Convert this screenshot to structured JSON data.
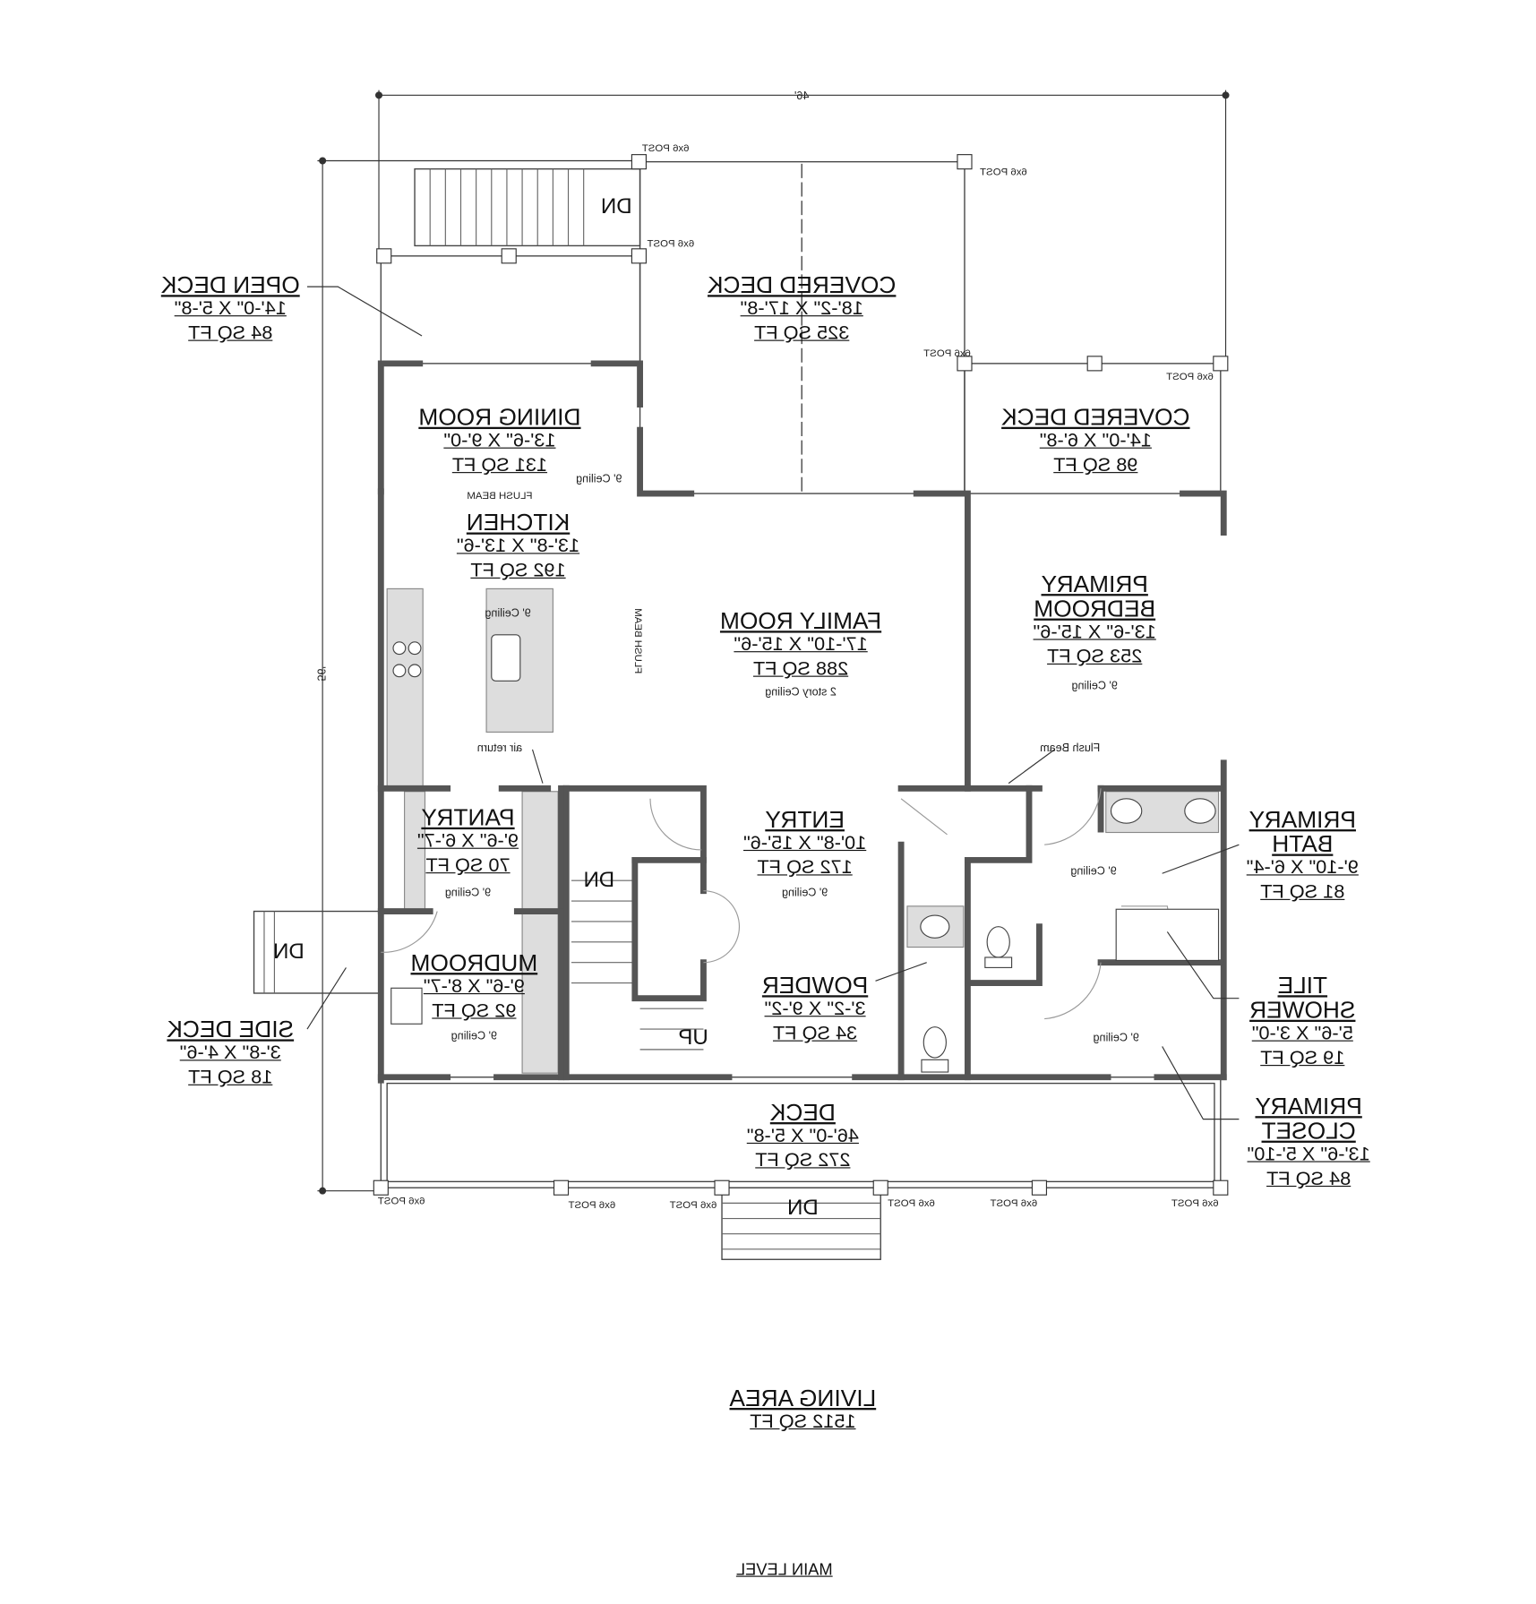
{
  "dimensions": {
    "width": "46'",
    "depth": "56'"
  },
  "rooms": [
    {
      "name": "OPEN DECK",
      "size": "14'-0\" X 5'-8\"",
      "area": "84 SQ FT"
    },
    {
      "name": "COVERED DECK",
      "size": "18'-2\" X 17'-8\"",
      "area": "325 SQ FT"
    },
    {
      "name": "DINING ROOM",
      "size": "13'-6\" X 9'-0\"",
      "area": "131 SQ FT"
    },
    {
      "name": "COVERED DECK",
      "size": "14'-0\" X 6'-8\"",
      "area": "98 SQ FT"
    },
    {
      "name": "KITCHEN",
      "size": "13'-8\" X 13'-6\"",
      "area": "192 SQ FT"
    },
    {
      "name": "FAMILY ROOM",
      "size": "17'-10\" X 15'-6\"",
      "area": "288 SQ FT"
    },
    {
      "name": "PRIMARY\nBEDROOM",
      "size": "13'-6\" X 15'-6\"",
      "area": "253 SQ FT"
    },
    {
      "name": "PANTRY",
      "size": "9'-6\" X 6'-7\"",
      "area": "70 SQ FT"
    },
    {
      "name": "ENTRY",
      "size": "10'-8\" X 15'-6\"",
      "area": "172 SQ FT"
    },
    {
      "name": "PRIMARY\nBATH",
      "size": "9'-10\" X 6'-4\"",
      "area": "81 SQ FT"
    },
    {
      "name": "MUDROOM",
      "size": "9'-6\" X 8'-7\"",
      "area": "92 SQ FT"
    },
    {
      "name": "POWDER",
      "size": "3'-2\" X 9'-2\"",
      "area": "34 SQ FT"
    },
    {
      "name": "TILE\nSHOWER",
      "size": "5'-6\" X 3'-0\"",
      "area": "19 SQ FT"
    },
    {
      "name": "SIDE DECK",
      "size": "3'-8\" X 4'-6\"",
      "area": "18 SQ FT"
    },
    {
      "name": "PRIMARY\nCLOSET",
      "size": "13'-6\" X 5'-10\"",
      "area": "84 SQ FT"
    },
    {
      "name": "DECK",
      "size": "46'-0\" X 5'-8\"",
      "area": "272 SQ FT"
    }
  ],
  "living_area": {
    "title": "LIVING AREA",
    "area": "1512 SQ FT"
  },
  "sheet_title": "MAIN LEVEL",
  "notes": {
    "post": "6x6 POST",
    "ceiling9": "9' Ceiling",
    "two_story": "2 story Ceiling",
    "flush_beam_caps": "FLUSH BEAM",
    "flush_beam": "Flush Beam",
    "air_return": "air return",
    "down": "DN",
    "up": "UP"
  },
  "colors": {
    "wall": "#555555",
    "line": "#333333",
    "counter": "#dddddd"
  }
}
